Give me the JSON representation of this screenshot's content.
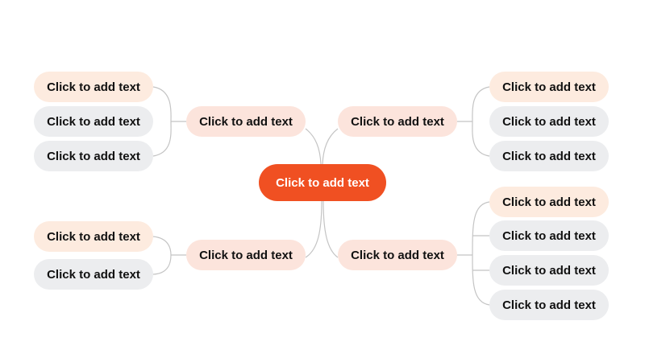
{
  "colors": {
    "center": "#F05022",
    "branch": "#FCE4DC",
    "leaf_accent": "#FDEBDF",
    "leaf_plain": "#ECEDEF",
    "connector": "#C4C4C4"
  },
  "center": {
    "label": "Click to add text"
  },
  "branches": [
    {
      "label": "Click to add text",
      "leaves": [
        {
          "label": "Click to add text"
        },
        {
          "label": "Click to add text"
        },
        {
          "label": "Click to add text"
        }
      ]
    },
    {
      "label": "Click to add text",
      "leaves": [
        {
          "label": "Click to add text"
        },
        {
          "label": "Click to add text"
        }
      ]
    },
    {
      "label": "Click to add text",
      "leaves": [
        {
          "label": "Click to add text"
        },
        {
          "label": "Click to add text"
        },
        {
          "label": "Click to add text"
        }
      ]
    },
    {
      "label": "Click to add text",
      "leaves": [
        {
          "label": "Click to add text"
        },
        {
          "label": "Click to add text"
        },
        {
          "label": "Click to add text"
        },
        {
          "label": "Click to add text"
        }
      ]
    }
  ]
}
